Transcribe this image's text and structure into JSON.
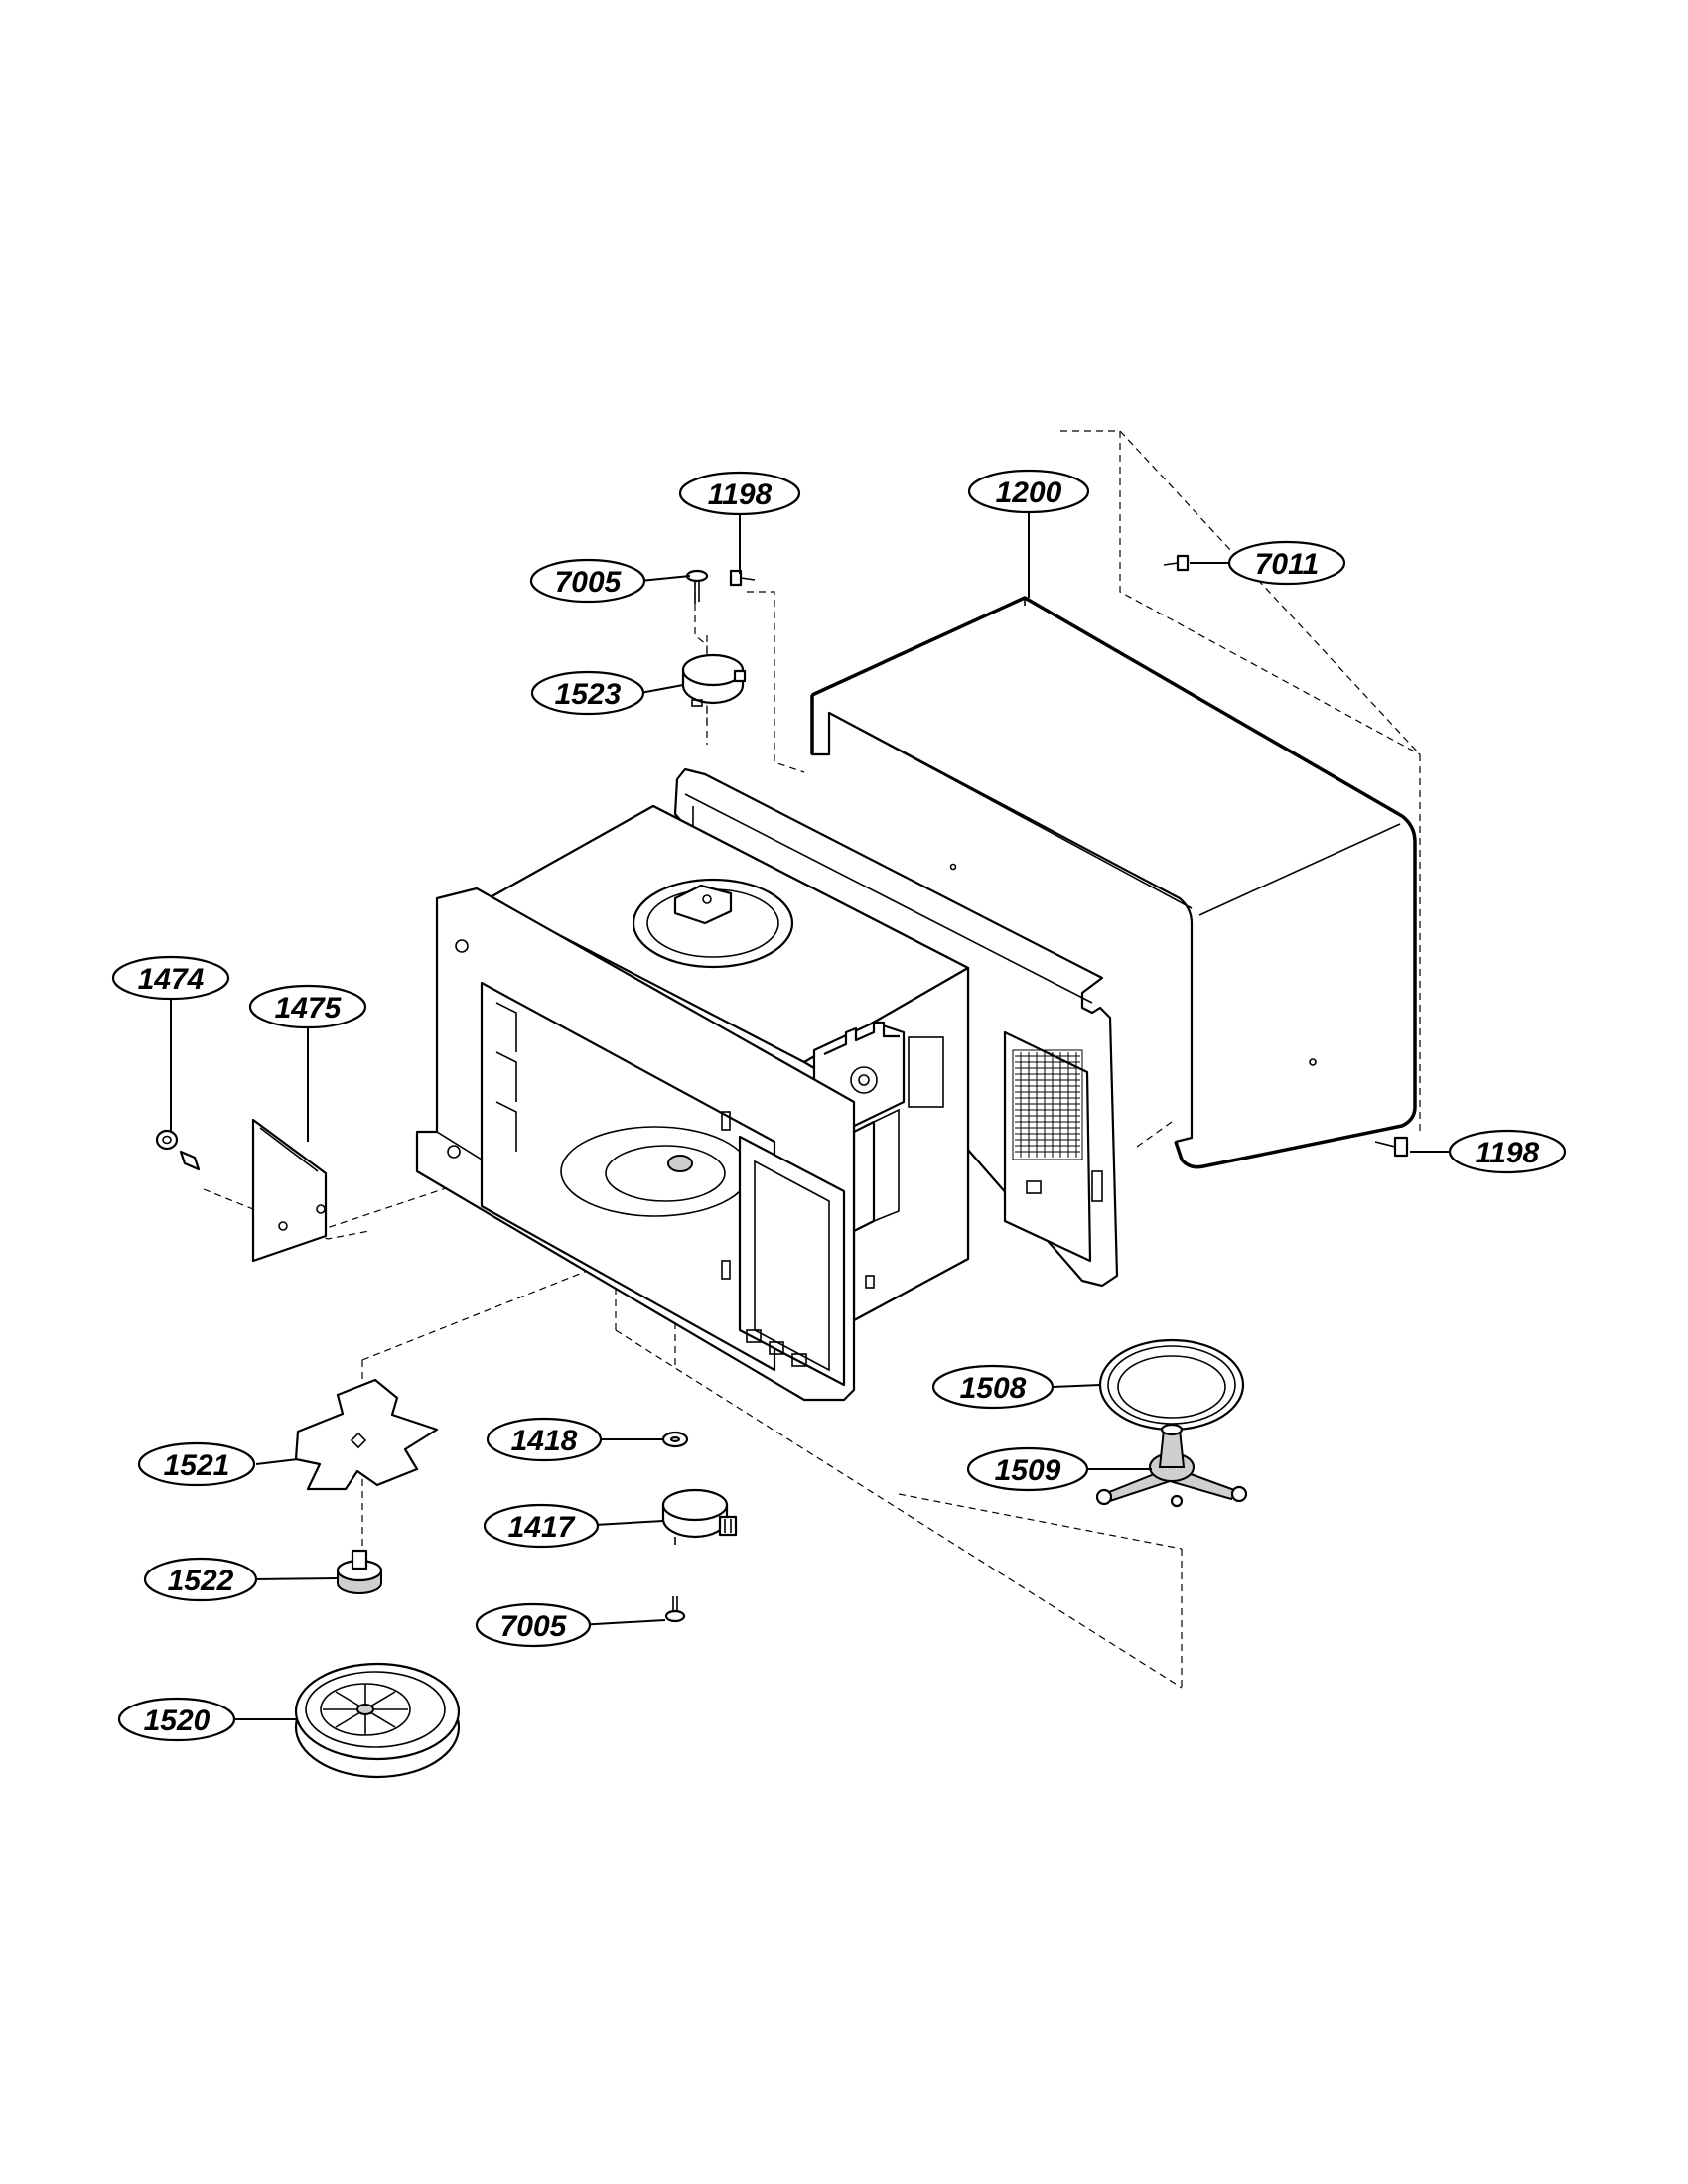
{
  "callouts": [
    {
      "id": "c1198a",
      "label": "1198"
    },
    {
      "id": "c1200",
      "label": "1200"
    },
    {
      "id": "c7005a",
      "label": "7005"
    },
    {
      "id": "c7011",
      "label": "7011"
    },
    {
      "id": "c1523",
      "label": "1523"
    },
    {
      "id": "c1474",
      "label": "1474"
    },
    {
      "id": "c1475",
      "label": "1475"
    },
    {
      "id": "c1198b",
      "label": "1198"
    },
    {
      "id": "c1508",
      "label": "1508"
    },
    {
      "id": "c1509",
      "label": "1509"
    },
    {
      "id": "c1418",
      "label": "1418"
    },
    {
      "id": "c1521",
      "label": "1521"
    },
    {
      "id": "c1417",
      "label": "1417"
    },
    {
      "id": "c1522",
      "label": "1522"
    },
    {
      "id": "c7005b",
      "label": "7005"
    },
    {
      "id": "c1520",
      "label": "1520"
    }
  ]
}
